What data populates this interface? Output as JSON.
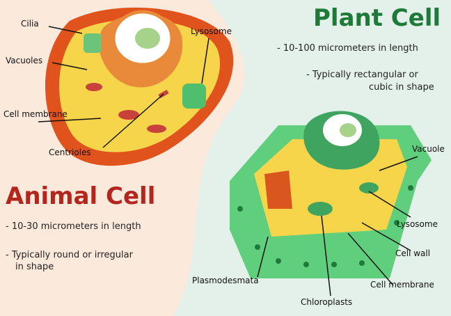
{
  "animal": {
    "title": "Animal Cell",
    "facts": [
      "- 10-30 micrometers in length",
      "- Typically round or irregular",
      "in shape"
    ],
    "labels": {
      "cilia": "Cilia",
      "vacuoles": "Vacuoles",
      "lysosome": "Lysosome",
      "membrane": "Cell membrane",
      "centrioles": "Centrioles"
    }
  },
  "plant": {
    "title": "Plant Cell",
    "facts": [
      "- 10-100 micrometers in length",
      "- Typically rectangular or",
      "cubic in shape"
    ],
    "labels": {
      "vacuole": "Vacuole",
      "lysosome": "Lysosome",
      "wall": "Cell wall",
      "membrane": "Cell membrane",
      "plasmodesmata": "Plasmodesmata",
      "chloroplasts": "Chloroplasts"
    }
  },
  "colors": {
    "animal_accent": "#b3261e",
    "plant_accent": "#1f7a3a",
    "left_bg": "#fbe9dc",
    "right_bg": "#e3f1ea"
  }
}
